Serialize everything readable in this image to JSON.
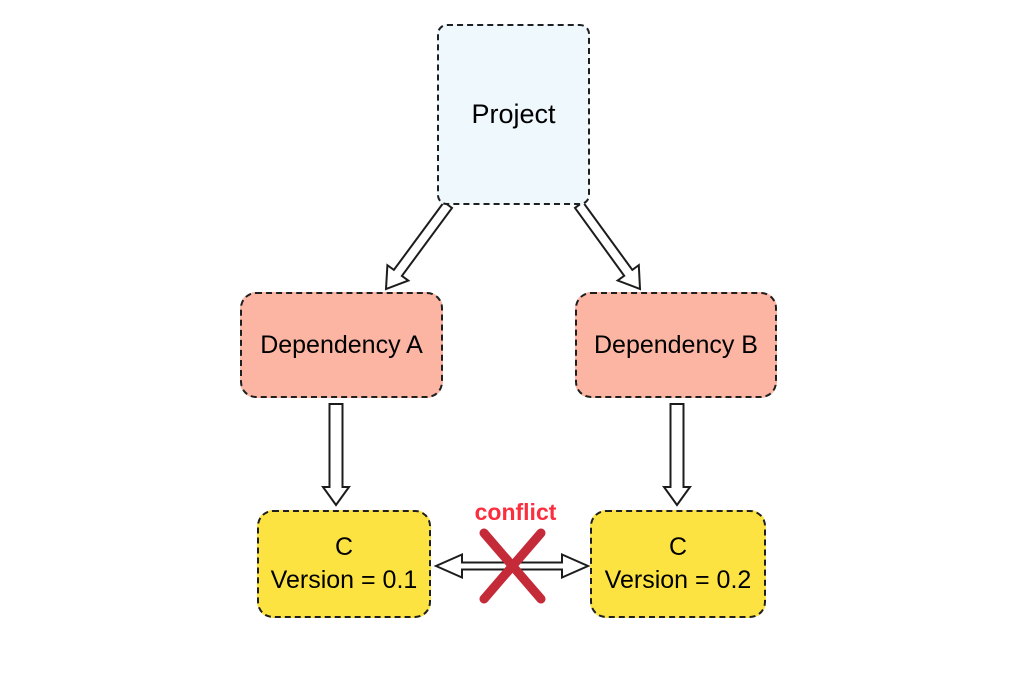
{
  "nodes": {
    "project": {
      "label": "Project",
      "fill": "#eff8fd"
    },
    "dependency_a": {
      "label": "Dependency A",
      "fill": "#fcb5a3"
    },
    "dependency_b": {
      "label": "Dependency B",
      "fill": "#fcb5a3"
    },
    "c_v01": {
      "label": "C",
      "version": "Version = 0.1",
      "fill": "#fde342"
    },
    "c_v02": {
      "label": "C",
      "version": "Version = 0.2",
      "fill": "#fde342"
    }
  },
  "conflict": {
    "label": "conflict",
    "text_color": "#fb2e3e",
    "cross_color": "#c42a38"
  },
  "edges": [
    {
      "from": "project",
      "to": "dependency_a",
      "style": "hollow-block-arrow"
    },
    {
      "from": "project",
      "to": "dependency_b",
      "style": "hollow-block-arrow"
    },
    {
      "from": "dependency_a",
      "to": "c_v01",
      "style": "hollow-block-arrow"
    },
    {
      "from": "dependency_b",
      "to": "c_v02",
      "style": "hollow-block-arrow"
    },
    {
      "from": "c_v01",
      "to": "c_v02",
      "style": "hollow-double-arrow-crossed-out"
    }
  ],
  "colors": {
    "background": "#ffffff",
    "node_border": "#1f1f1f",
    "arrow_outline": "#1c1c1c",
    "arrow_fill": "#ffffff"
  }
}
